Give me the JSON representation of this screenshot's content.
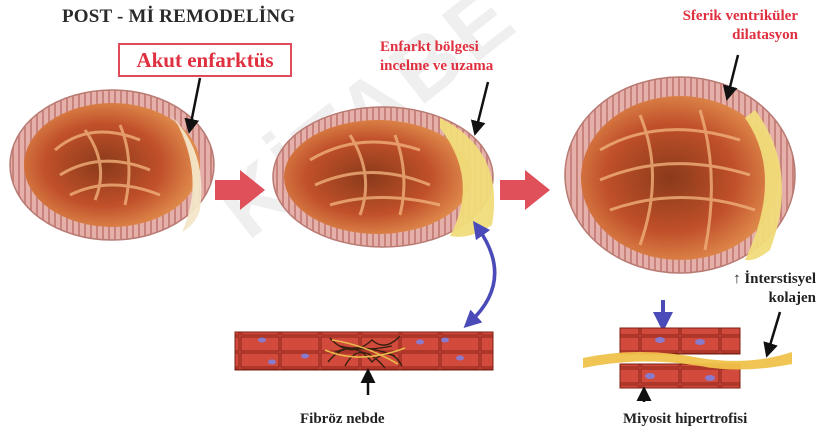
{
  "title": "POST - Mİ REMODELİNG",
  "stages": {
    "acute": "Akut enfarktüs",
    "thinning": [
      "Enfarkt bölgesi",
      "incelme ve uzama"
    ],
    "dilatation": [
      "Sferik ventriküler",
      "dilatasyon"
    ]
  },
  "tissue": {
    "fibrosis": "Fibröz nebde",
    "hypertrophy": "Miyosit hipertrofisi",
    "collagen": [
      "↑ İnterstisyel",
      "kolajen"
    ]
  },
  "watermark": "KİTABE",
  "colors": {
    "red_label": "#e03040",
    "arrow_red": "#e0505a",
    "arrow_blue": "#4a4ab8",
    "muscle": "#c8502a",
    "wall": "#e2a9a4",
    "infarct": "#f0dc7a"
  }
}
